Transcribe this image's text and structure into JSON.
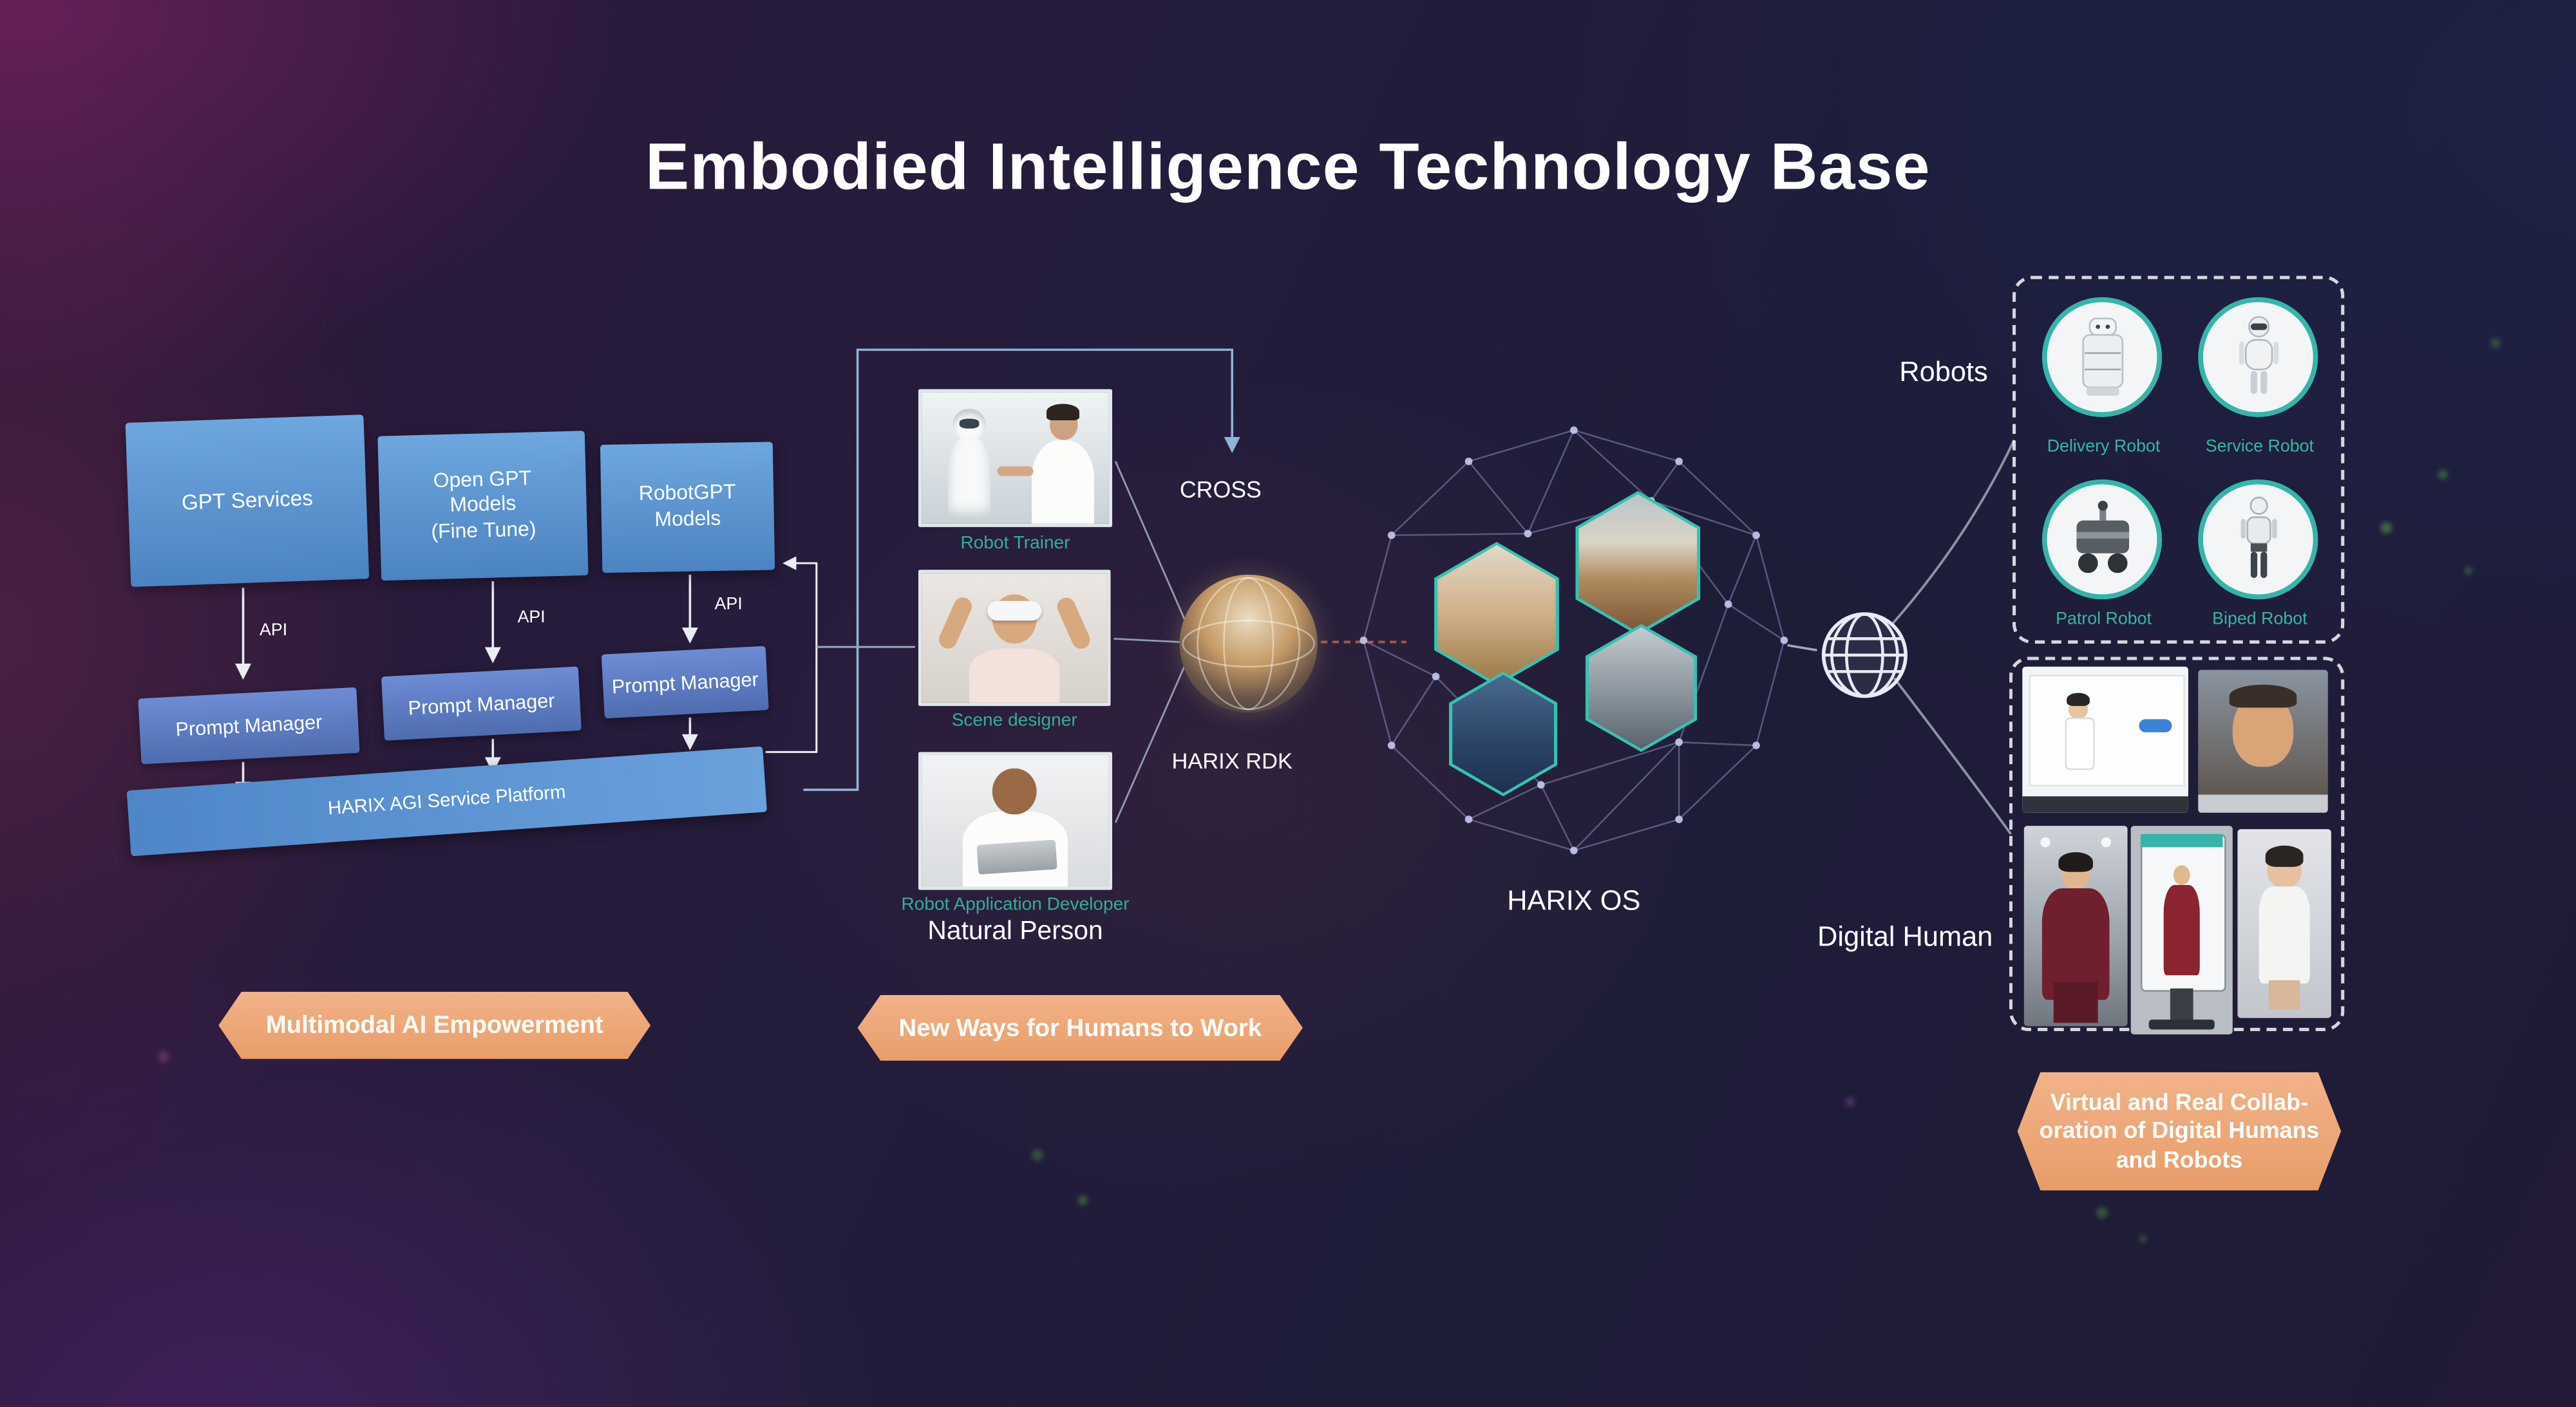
{
  "title": "Embodied Intelligence Technology Base",
  "left": {
    "boxes": [
      {
        "label": "GPT Services"
      },
      {
        "label": "Open GPT\nModels\n(Fine Tune)"
      },
      {
        "label": "RobotGPT\nModels"
      }
    ],
    "api_label": "API",
    "prompt_manager_label": "Prompt Manager",
    "platform_label": "HARIX AGI Service Platform",
    "banner": "Multimodal AI Empowerment"
  },
  "middle": {
    "roles": [
      {
        "caption": "Robot Trainer"
      },
      {
        "caption": "Scene designer"
      },
      {
        "caption": "Robot Application Developer"
      }
    ],
    "group_label": "Natural Person",
    "cross_label": "CROSS",
    "rdk_label": "HARIX RDK",
    "banner": "New Ways for Humans to Work"
  },
  "os": {
    "label": "HARIX OS"
  },
  "right": {
    "robots_label": "Robots",
    "robot_types": [
      {
        "label": "Delivery Robot"
      },
      {
        "label": "Service Robot"
      },
      {
        "label": "Patrol Robot"
      },
      {
        "label": "Biped Robot"
      }
    ],
    "digital_human_label": "Digital Human",
    "banner_lines": [
      "Virtual and Real Collab-",
      "oration of Digital Humans",
      "and Robots"
    ]
  },
  "icons": {
    "network_globe": "globe-grid-icon",
    "rdk_sphere": "panoramic-sphere-icon",
    "harix_mesh": "wireframe-sphere-icon"
  },
  "colors": {
    "accent_teal": "#35b5a9",
    "caption_teal": "#36ad96",
    "banner_orange": "#ee9f6d",
    "gpt_box_blue": "#5e97d0",
    "prompt_box_blue": "#5672b8",
    "background_dark": "#221a36"
  }
}
